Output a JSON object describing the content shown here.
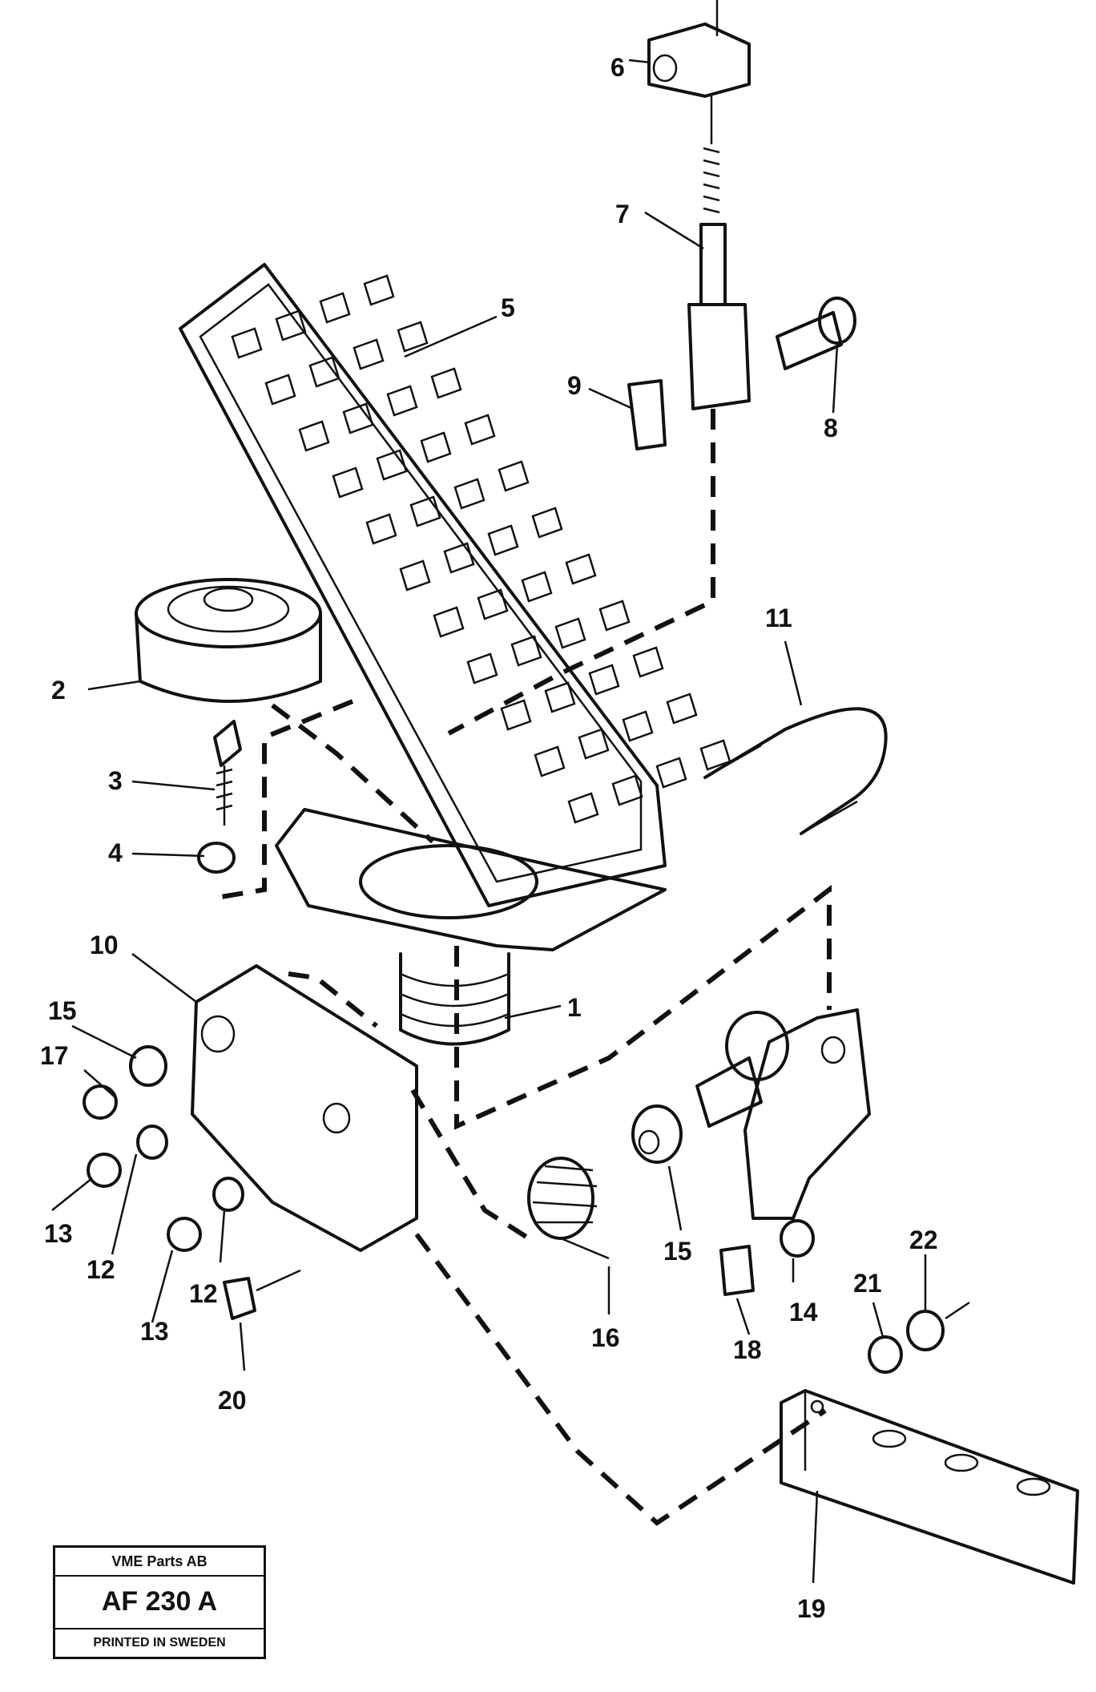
{
  "callouts": [
    {
      "id": "1",
      "text": "1"
    },
    {
      "id": "2",
      "text": "2"
    },
    {
      "id": "3",
      "text": "3"
    },
    {
      "id": "4",
      "text": "4"
    },
    {
      "id": "5",
      "text": "5"
    },
    {
      "id": "6",
      "text": "6"
    },
    {
      "id": "7",
      "text": "7"
    },
    {
      "id": "8",
      "text": "8"
    },
    {
      "id": "9",
      "text": "9"
    },
    {
      "id": "10",
      "text": "10"
    },
    {
      "id": "11",
      "text": "11"
    },
    {
      "id": "12a",
      "text": "12"
    },
    {
      "id": "12b",
      "text": "12"
    },
    {
      "id": "13a",
      "text": "13"
    },
    {
      "id": "13b",
      "text": "13"
    },
    {
      "id": "14",
      "text": "14"
    },
    {
      "id": "15a",
      "text": "15"
    },
    {
      "id": "15b",
      "text": "15"
    },
    {
      "id": "16",
      "text": "16"
    },
    {
      "id": "17",
      "text": "17"
    },
    {
      "id": "18",
      "text": "18"
    },
    {
      "id": "19",
      "text": "19"
    },
    {
      "id": "20",
      "text": "20"
    },
    {
      "id": "21",
      "text": "21"
    },
    {
      "id": "22",
      "text": "22"
    }
  ],
  "title_block": {
    "company": "VME Parts AB",
    "code": "AF 230 A",
    "printed": "PRINTED IN SWEDEN"
  }
}
